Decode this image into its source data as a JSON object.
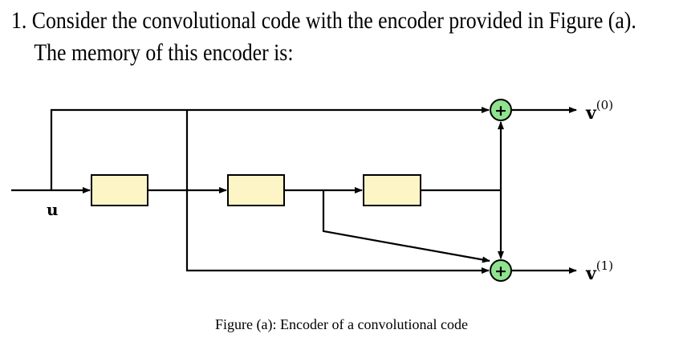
{
  "question": {
    "number": "1.",
    "line1": "Consider the convolutional code with the encoder provided in Figure (a).",
    "line2": "The memory of this encoder is:"
  },
  "diagram": {
    "input_label": "u",
    "output_labels": [
      {
        "base": "v",
        "superscript": "(0)"
      },
      {
        "base": "v",
        "superscript": "(1)"
      }
    ],
    "adder_symbol": "+",
    "register_count": 3,
    "colors": {
      "register_fill": "#fdf5c6",
      "adder_fill": "#8fe38f",
      "line": "#000000"
    }
  },
  "caption": "Figure (a): Encoder of a convolutional code"
}
